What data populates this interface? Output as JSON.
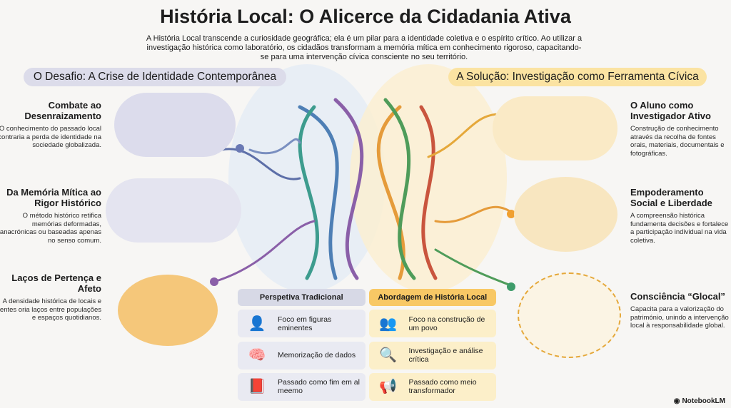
{
  "title": "História Local: O Alicerce da Cidadania Ativa",
  "subtitle": "A História Local transcende a curiosidade geográfica; ela é um pilar para a identidade coletiva e o espírito crítico. Ao utilizar a investigação histórica como laboratório, os cidadãos transformam a memória mítica em conhecimento rigoroso, capacitando-se para uma intervenção cívica consciente no seu território.",
  "left_header": "O Desafio: A Crise de Identidade Contemporânea",
  "right_header": "A Solução: Investigação como Ferramenta Cívica",
  "left_items": [
    {
      "title": "Combate ao Desenraizamento",
      "text": "O conhecimento do passado local contraria a perda de identidade na sociedade globalizada."
    },
    {
      "title": "Da Memória Mítica ao Rigor Histórico",
      "text": "O método histórico retifica memórias deformadas, anacrónicas ou baseadas apenas no senso comum."
    },
    {
      "title": "Laços de Pertença e Afeto",
      "text": "A densidade histórica de locais e gentes oria laços entre populações e espaços quotidianos."
    }
  ],
  "right_items": [
    {
      "title": "O Aluno como Investigador Ativo",
      "text": "Construção de conhecimento através da recolha de fontes orais, materiais, documentais e fotográficas."
    },
    {
      "title": "Empoderamento Social e Liberdade",
      "text": "A compreensão histórica fundamenta decisões e fortalece a participação individual na vida coletiva."
    },
    {
      "title": "Consciência “Glocal”",
      "text": "Capacita para a valorização do património, unindo a intervenção local à responsabilidade global."
    }
  ],
  "table": {
    "headers": [
      "Perspetiva Tradicional",
      "Abordagem de História Local"
    ],
    "rows": [
      [
        "Foco em figuras eminentes",
        "Foco na construção de um povo"
      ],
      [
        "Memorização de dados",
        "Investigação e análise crítica"
      ],
      [
        "Passado como fim em al meemo",
        "Passado como meio transformador"
      ]
    ]
  },
  "brand": "NotebookLM"
}
